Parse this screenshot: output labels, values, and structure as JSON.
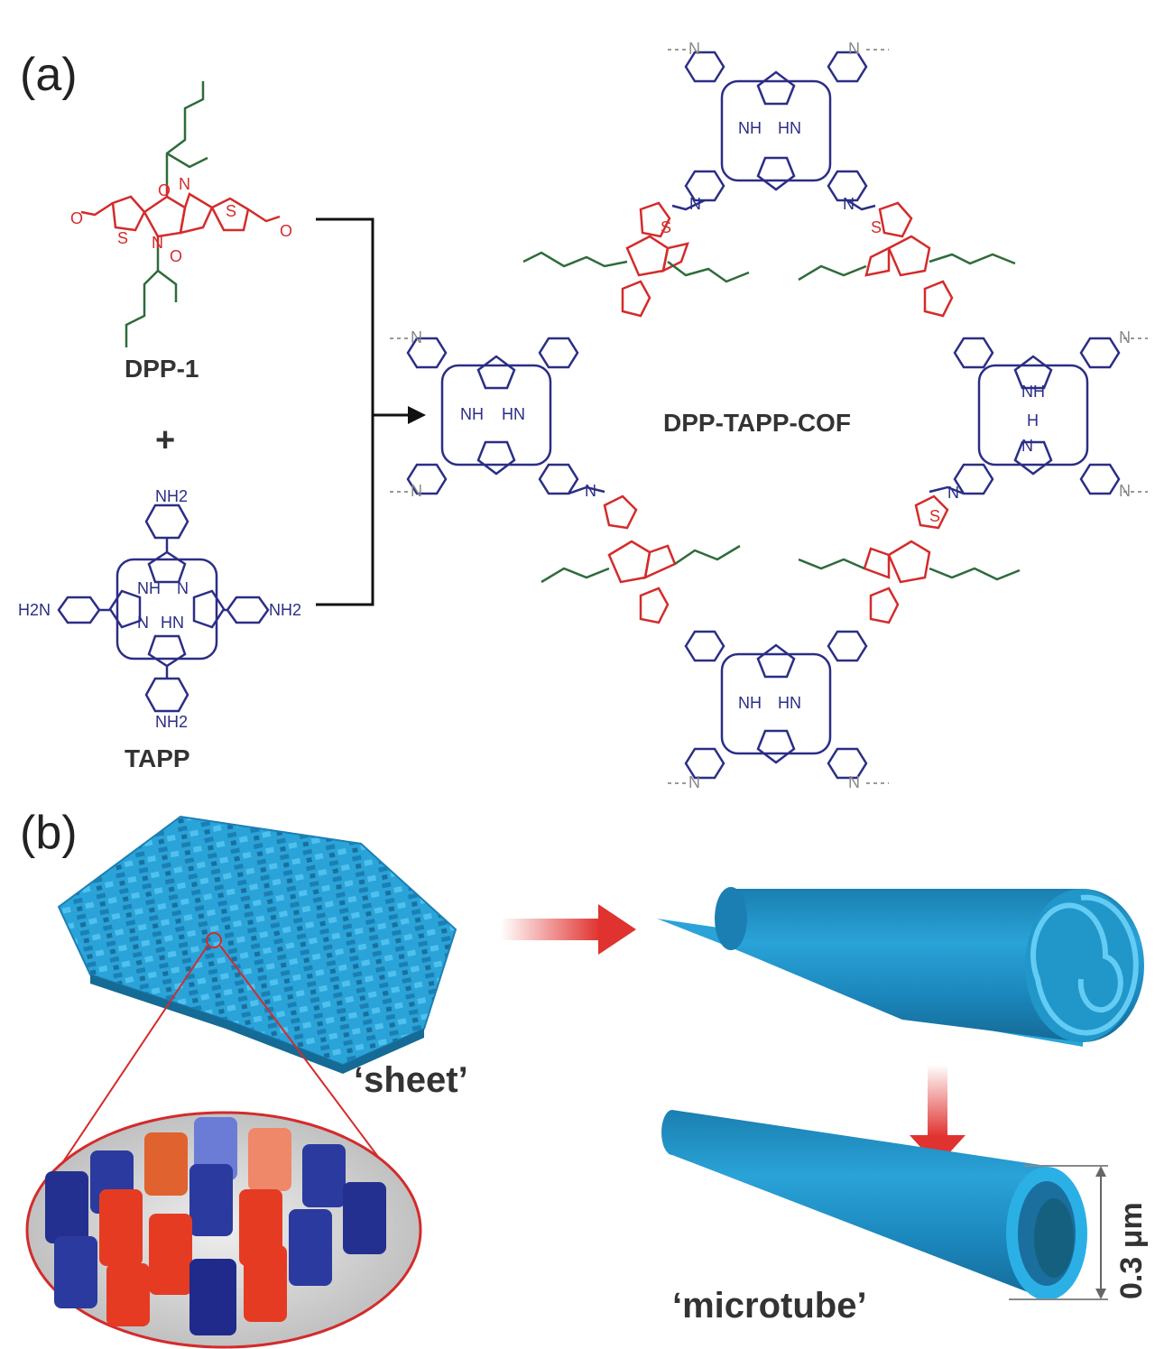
{
  "panel_a": {
    "label": "(a)",
    "monomer1_label": "DPP-1",
    "plus": "+",
    "monomer2_label": "TAPP",
    "product_label": "DPP-TAPP-COF",
    "atoms": {
      "NH2": "NH2",
      "H2N": "H2N",
      "NH": "NH",
      "HN": "HN",
      "N": "N",
      "O": "O",
      "S": "S",
      "H": "H"
    }
  },
  "panel_b": {
    "label": "(b)",
    "sheet_label": "‘sheet’",
    "microtube_label": "‘microtube’",
    "scale_label": "0.3 μm"
  },
  "colors": {
    "porphyrin": "#2b2e86",
    "dpp": "#d42b2b",
    "alkyl": "#2e6b3a",
    "sheet": "#2fa3d6",
    "tube": "#2196c9",
    "arrow_red": "#e0322f"
  }
}
